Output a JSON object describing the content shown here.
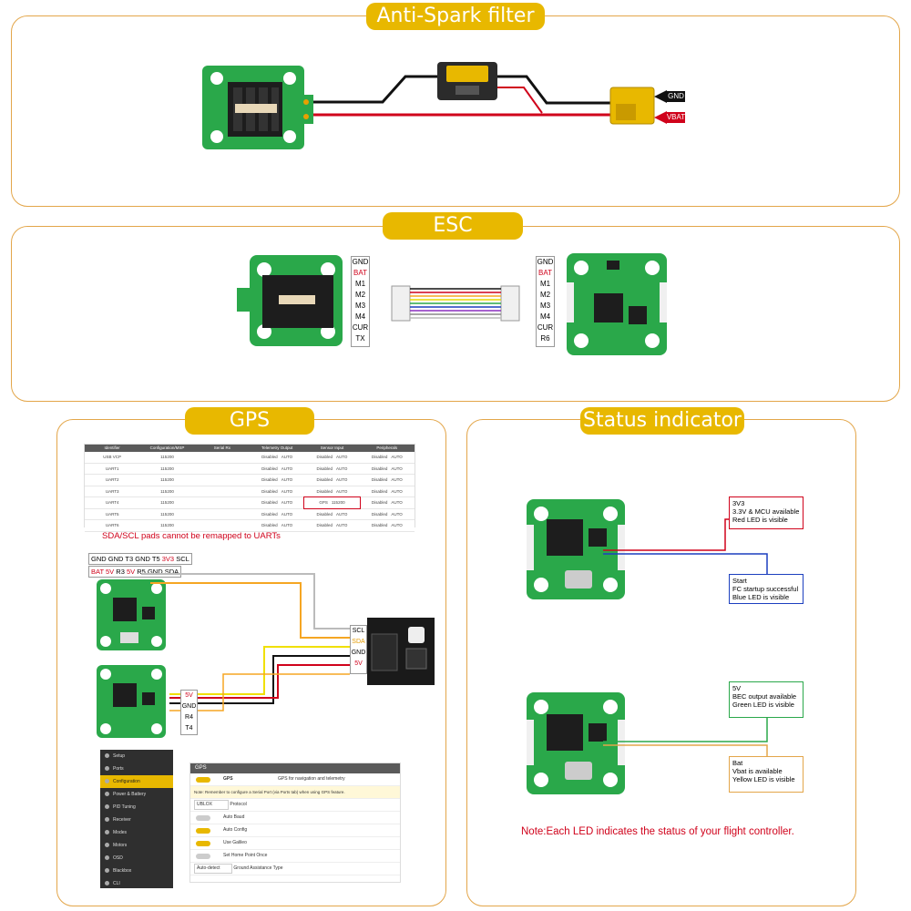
{
  "sections": {
    "anti_spark": {
      "title": "Anti-Spark filter"
    },
    "esc": {
      "title": "ESC"
    },
    "gps": {
      "title": "GPS"
    },
    "status": {
      "title": "Status indicator"
    }
  },
  "anti_spark": {
    "gnd": "GND",
    "vbat": "VBAT"
  },
  "esc": {
    "left_pins": [
      "GND",
      "BAT",
      "M1",
      "M2",
      "M3",
      "M4",
      "CUR",
      "TX"
    ],
    "right_pins": [
      "GND",
      "BAT",
      "M1",
      "M2",
      "M3",
      "M4",
      "CUR",
      "R6"
    ]
  },
  "gps": {
    "ports_table": {
      "headers": [
        "Identifier",
        "Configuration/MSP",
        "Serial Rx",
        "Telemetry Output",
        "Sensor Input",
        "Peripherals"
      ],
      "rows": [
        {
          "id": "USB VCP",
          "baud": "115200",
          "telem": "Disabled",
          "auto": "AUTO",
          "sensor": "Disabled",
          "sauto": "AUTO",
          "periph": "Disabled",
          "pauto": "AUTO"
        },
        {
          "id": "UART1",
          "baud": "115200",
          "telem": "Disabled",
          "auto": "AUTO",
          "sensor": "Disabled",
          "sauto": "AUTO",
          "periph": "Disabled",
          "pauto": "AUTO"
        },
        {
          "id": "UART2",
          "baud": "115200",
          "telem": "Disabled",
          "auto": "AUTO",
          "sensor": "Disabled",
          "sauto": "AUTO",
          "periph": "Disabled",
          "pauto": "AUTO"
        },
        {
          "id": "UART3",
          "baud": "115200",
          "telem": "Disabled",
          "auto": "AUTO",
          "sensor": "Disabled",
          "sauto": "AUTO",
          "periph": "Disabled",
          "pauto": "AUTO"
        },
        {
          "id": "UART4",
          "baud": "115200",
          "telem": "Disabled",
          "auto": "AUTO",
          "sensor": "GPS",
          "sauto": "115200",
          "periph": "Disabled",
          "pauto": "AUTO"
        },
        {
          "id": "UART5",
          "baud": "115200",
          "telem": "Disabled",
          "auto": "AUTO",
          "sensor": "Disabled",
          "sauto": "AUTO",
          "periph": "Disabled",
          "pauto": "AUTO"
        },
        {
          "id": "UART6",
          "baud": "115200",
          "telem": "Disabled",
          "auto": "AUTO",
          "sensor": "Disabled",
          "sauto": "AUTO",
          "periph": "Disabled",
          "pauto": "AUTO"
        }
      ]
    },
    "remap_note": "SDA/SCL pads cannot be remapped to UARTs",
    "top_pins_row1": [
      "GND",
      "GND",
      "T3",
      "GND",
      "T5",
      "3V3",
      "SCL"
    ],
    "top_pins_row2": [
      "BAT",
      "5V",
      "R3",
      "5V",
      "R5",
      "GND",
      "SDA"
    ],
    "module_pins_top": [
      "SCL",
      "SDA"
    ],
    "module_pins_bottom": [
      "GND",
      "5V"
    ],
    "lower_pins": [
      "5V",
      "GND",
      "R4",
      "T4"
    ],
    "config_menu": [
      "Setup",
      "Ports",
      "Configuration",
      "Power & Battery",
      "PID Tuning",
      "Receiver",
      "Modes",
      "Motors",
      "OSD",
      "Blackbox",
      "CLI"
    ],
    "config_panel": {
      "header": "GPS",
      "gps_label": "GPS",
      "gps_desc": "GPS for navigation and telemetry",
      "note": "Note: Remember to configure a Serial Port (via Ports tab) when using GPS feature.",
      "protocol_value": "UBLOX",
      "protocol_label": "Protocol",
      "auto_baud": "Auto Baud",
      "auto_config": "Auto Config",
      "use_galileo": "Use Galileo",
      "set_home": "Set Home Point Once",
      "ground_value": "Auto-detect",
      "ground_label": "Ground Assistance Type"
    }
  },
  "status": {
    "box1": {
      "line1": "3V3",
      "line2": "3.3V & MCU available",
      "line3": "Red LED is visible"
    },
    "box2": {
      "line1": "Start",
      "line2": "FC startup successful",
      "line3": "Blue LED is visible"
    },
    "box3": {
      "line1": "5V",
      "line2": "BEC output available",
      "line3": "Green LED is visible"
    },
    "box4": {
      "line1": "Bat",
      "line2": "Vbat is available",
      "line3": "Yellow LED is visible"
    },
    "note": "Note:Each LED indicates the status of your flight controller."
  },
  "colors": {
    "accent": "#e8b800",
    "frame": "#e3a64a",
    "pcb": "#2aa84a",
    "red": "#d0021b",
    "blue": "#1c3fbf"
  }
}
